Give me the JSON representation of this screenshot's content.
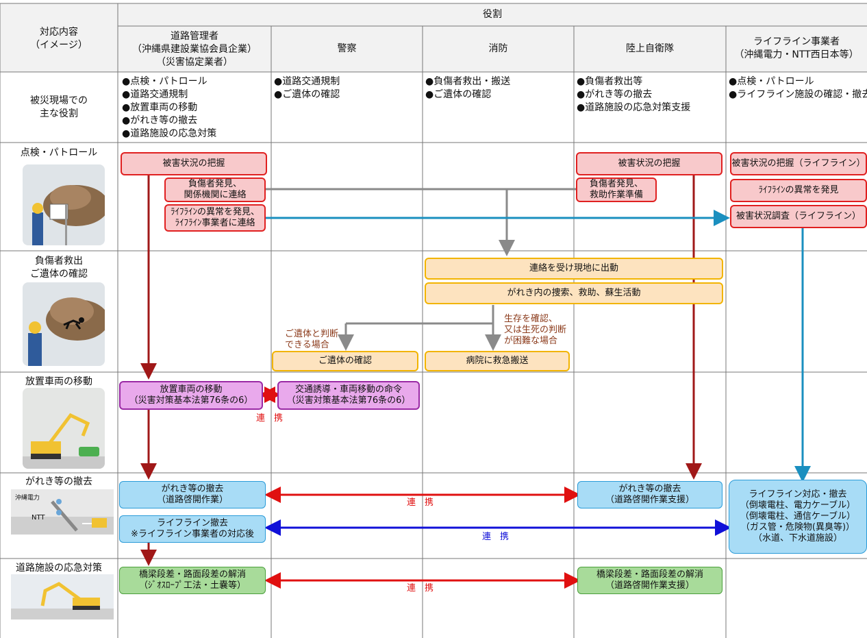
{
  "header": {
    "col0": "対応内容\n（イメージ）",
    "roles": "役割",
    "road": "道路管理者\n（沖縄県建設業協会員企業）\n（災害協定業者）",
    "police": "警察",
    "fire": "消防",
    "sdf": "陸上自衛隊",
    "lifeline": "ライフライン事業者\n（沖縄電力・NTT西日本等）"
  },
  "roles_row": {
    "label": "被災現場での\n主な役割",
    "road": "●点検・パトロール\n●道路交通規制\n●放置車両の移動\n●がれき等の撤去\n●道路施設の応急対策",
    "police": "●道路交通規制\n●ご遺体の確認",
    "fire": "●負傷者救出・搬送\n●ご遺体の確認",
    "sdf": "●負傷者救出等\n●がれき等の撤去\n●道路施設の応急対策支援",
    "lifeline": "●点検・パトロール\n●ライフライン施設の確認・撤去"
  },
  "rows": {
    "r1": "点検・パトロール",
    "r2": "負傷者救出\nご遺体の確認",
    "r3": "放置車両の移動",
    "r4": "がれき等の撤去",
    "r5": "道路施設の応急対策"
  },
  "boxes": {
    "road_damage": "被害状況の把握",
    "road_injured": "負傷者発見、\n関係機関に連絡",
    "road_lifeline": "ﾗｲﾌﾗｲﾝの異常を発見、\nﾗｲﾌﾗｲﾝ事業者に連絡",
    "sdf_damage": "被害状況の把握",
    "sdf_injured": "負傷者発見、\n救助作業準備",
    "ll_damage": "被害状況の把握（ライフライン）",
    "ll_abnormal": "ﾗｲﾌﾗｲﾝの異常を発見",
    "ll_survey": "被害状況調査（ライフライン）",
    "dispatch": "連絡を受け現地に出動",
    "rescue": "がれき内の捜索、救助、蘇生活動",
    "body_confirm": "ご遺体の確認",
    "hospital": "病院に救急搬送",
    "vehicle_move": "放置車両の移動\n（災害対策基本法第76条の6）",
    "traffic_order": "交通誘導・車両移動の命令\n（災害対策基本法第76条の6）",
    "debris_road": "がれき等の撤去\n（道路啓開作業）",
    "lifeline_remove": "ライフライン撤去\n※ライフライン事業者の対応後",
    "debris_sdf": "がれき等の撤去\n（道路啓開作業支援）",
    "ll_response": "ライフライン対応・撤去\n（倒壊電柱、電力ケーブル）\n（倒壊電柱、通信ケーブル）\n（ガス管・危険物(異臭等)）\n（水道、下水道施設）",
    "bridge_road": "橋梁段差・路面段差の解消\n（ｼﾞｵｽﾛｰﾌﾟ工法・土嚢等）",
    "bridge_sdf": "橋梁段差・路面段差の解消\n（道路啓開作業支援）"
  },
  "labels": {
    "body_case": "ご遺体と判断\nできる場合",
    "alive_case": "生存を確認、\n又は生死の判断\nが困難な場合",
    "renkei_1a": "連",
    "renkei_1b": "携",
    "renkei_2": "連　携",
    "renkei_3": "連　携",
    "renkei_4": "連　携",
    "img_power": "沖縄電力",
    "img_ntt": "NTT"
  },
  "colors": {
    "red_arrow": "#e01010",
    "dark_red_arrow": "#a01818",
    "blue_arrow": "#1a8fbf",
    "navy_arrow": "#1010d8",
    "gray_arrow": "#8a8a8a",
    "grid": "#777777",
    "header_bg": "#f2f2f2"
  }
}
